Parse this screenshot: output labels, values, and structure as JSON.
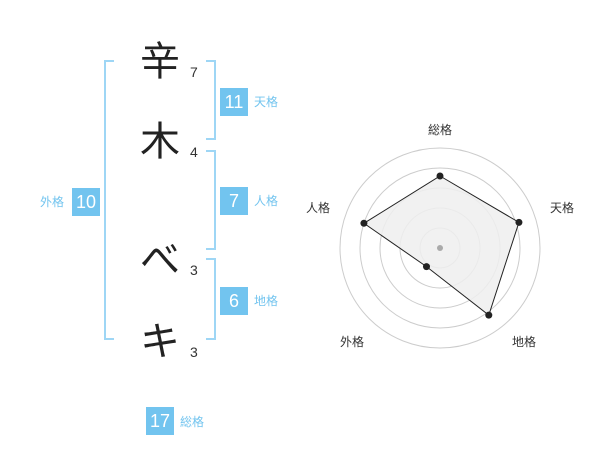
{
  "name": {
    "characters": [
      {
        "char": "辛",
        "strokes": "7"
      },
      {
        "char": "木",
        "strokes": "4"
      },
      {
        "char": "べ",
        "strokes": "3"
      },
      {
        "char": "キ",
        "strokes": "3"
      }
    ]
  },
  "fortune": {
    "tenkaku": {
      "value": "11",
      "label": "天格"
    },
    "jinkaku": {
      "value": "7",
      "label": "人格"
    },
    "chikaku": {
      "value": "6",
      "label": "地格"
    },
    "gaikaku": {
      "value": "10",
      "label": "外格"
    },
    "soukaku": {
      "value": "17",
      "label": "総格"
    }
  },
  "radar": {
    "axes": [
      "総格",
      "天格",
      "地格",
      "外格",
      "人格"
    ],
    "scores": [
      0.72,
      0.83,
      0.83,
      0.23,
      0.8
    ],
    "levels": 5,
    "colors": {
      "ring": "#cccccc",
      "fill": "#eeeeee",
      "line": "#222222",
      "center": "#aaaaaa"
    }
  },
  "colors": {
    "badge": "#72c4ef",
    "bracket": "#9ed6f5"
  }
}
